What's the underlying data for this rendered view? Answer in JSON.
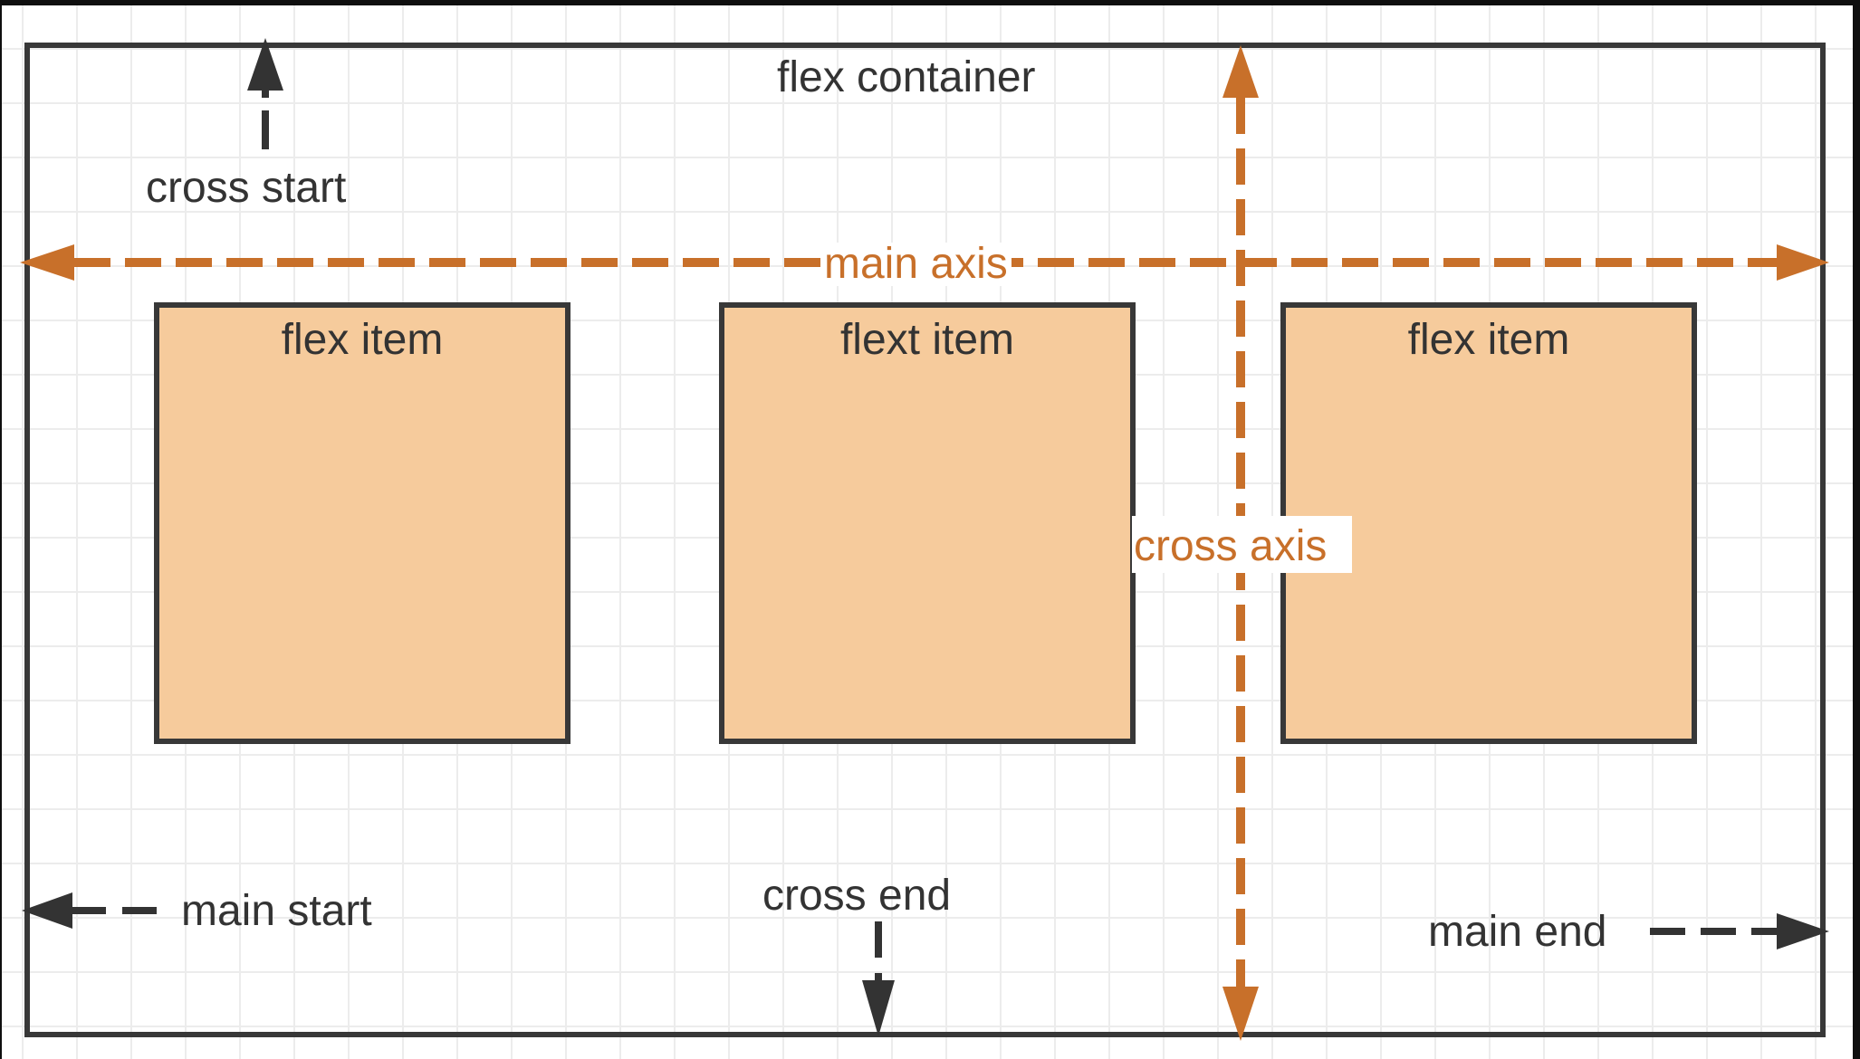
{
  "diagram": {
    "title": "flex container",
    "container_label": "flex container",
    "items": [
      {
        "label": "flex item"
      },
      {
        "label": "flext item"
      },
      {
        "label": "flex item"
      }
    ],
    "axes": {
      "main_axis": {
        "label": "main axis",
        "direction": "horizontal",
        "arrows": "both-ends",
        "style": "dashed"
      },
      "cross_axis": {
        "label": "cross axis",
        "direction": "vertical",
        "arrows": "both-ends",
        "style": "dashed"
      }
    },
    "markers": {
      "cross_start": "cross start",
      "cross_end": "cross end",
      "main_start": "main start",
      "main_end": "main end"
    },
    "colors": {
      "axis": "#c8702a",
      "item_fill": "#f6cb9c",
      "stroke": "#333333",
      "grid": "#ececec",
      "background": "#ffffff"
    }
  }
}
